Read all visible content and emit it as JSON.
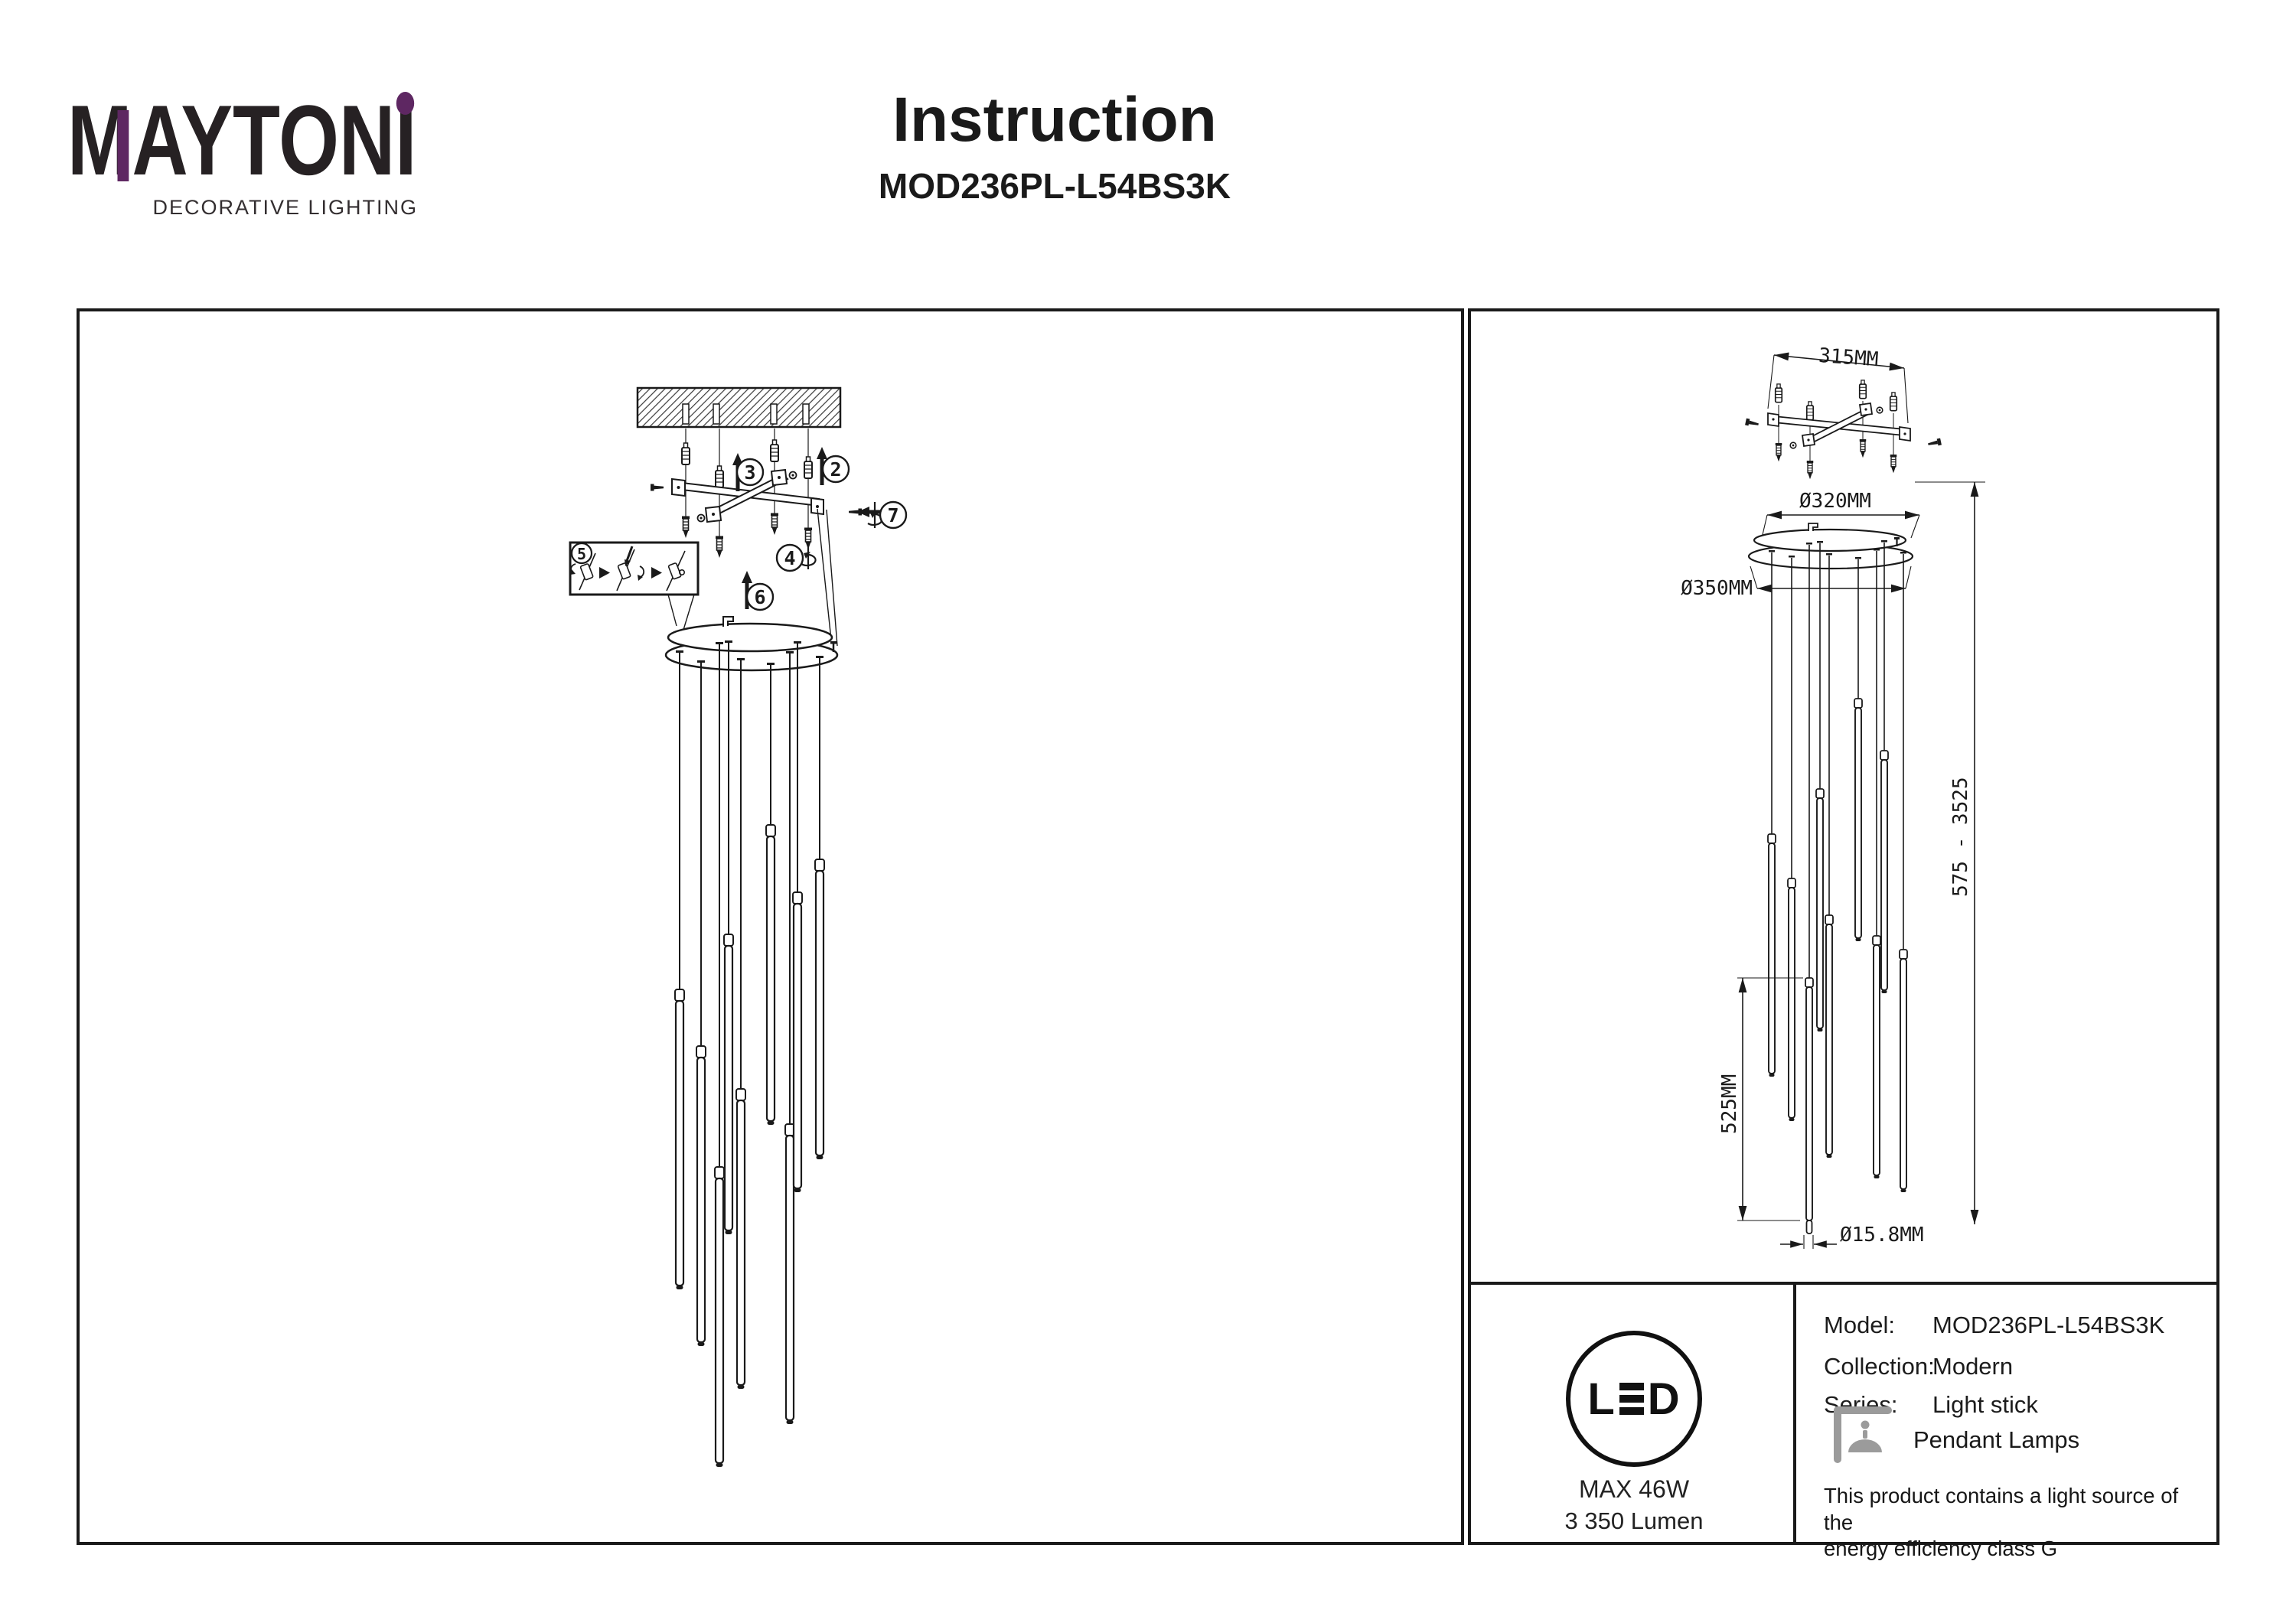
{
  "header": {
    "brand": "MAYTONI",
    "brand_sub": "DECORATIVE LIGHTING",
    "title": "Instruction",
    "model": "MOD236PL-L54BS3K"
  },
  "colors": {
    "accent_purple": "#5e2762",
    "ink": "#1a1a1a",
    "icon_gray": "#9b9b9b"
  },
  "assembly": {
    "callouts": [
      "2",
      "3",
      "4",
      "5",
      "6",
      "7"
    ]
  },
  "dimensions": {
    "bracket_width": "315MM",
    "canopy_top_diameter": "Ø320MM",
    "canopy_bottom_diameter": "Ø350MM",
    "suspension_range": "575 - 3525",
    "stick_length": "525MM",
    "stick_diameter": "Ø15.8MM"
  },
  "spec": {
    "led": {
      "letter_l": "L",
      "letter_d": "D"
    },
    "max_power": "MAX 46W",
    "luminous_flux": "3 350 Lumen",
    "rows": [
      {
        "label": "Model:",
        "value": "MOD236PL-L54BS3K"
      },
      {
        "label": "Collection:",
        "value": "Modern"
      },
      {
        "label": "Series:",
        "value": "Light stick"
      }
    ],
    "category": "Pendant Lamps",
    "energy_note_line1": "This product contains a light source of the",
    "energy_note_line2": "energy efficiency class G"
  }
}
